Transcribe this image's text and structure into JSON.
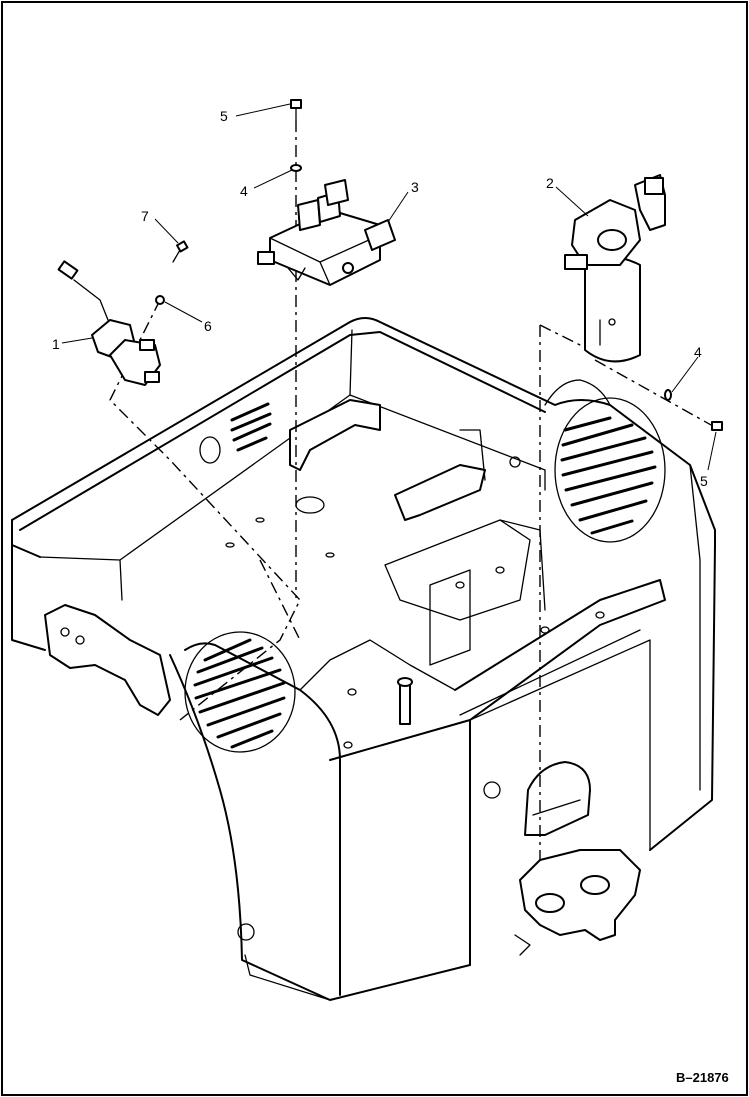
{
  "figure_id": "B–21876",
  "callouts": {
    "c1": "1",
    "c2": "2",
    "c3": "3",
    "c4a": "4",
    "c4b": "4",
    "c5a": "5",
    "c5b": "5",
    "c6": "6",
    "c7": "7"
  }
}
